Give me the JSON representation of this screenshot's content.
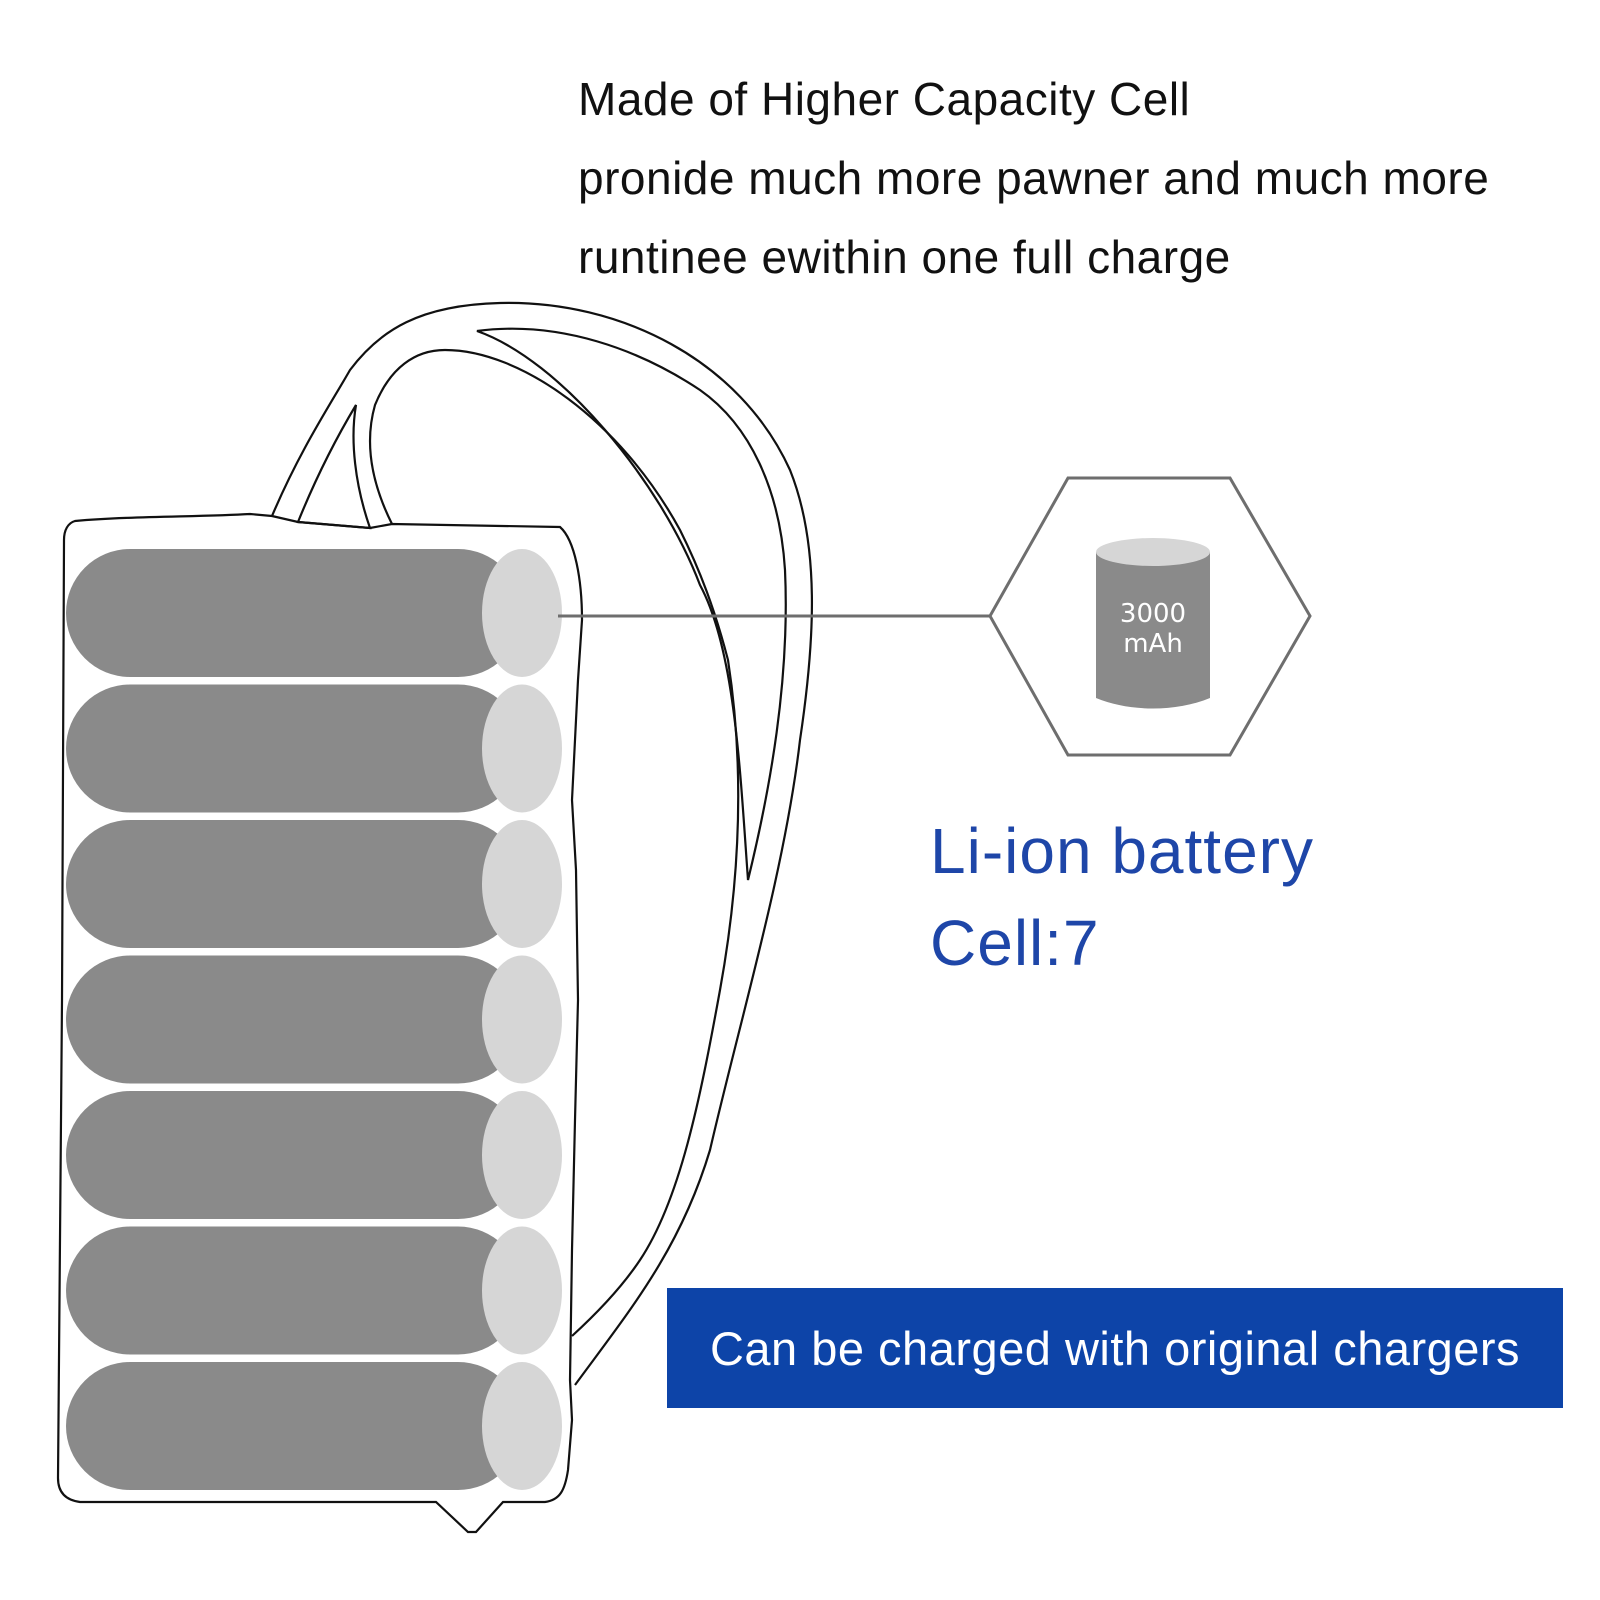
{
  "headline": {
    "line1": "Made of Higher Capacity Cell",
    "line2": "pronide much more pawner and much more",
    "line3": "runtinee ewithin one full charge"
  },
  "capacity_badge": {
    "value": "3000",
    "unit": "mAh",
    "icon": "battery-cell-icon"
  },
  "spec": {
    "type": "Li-ion battery",
    "cells": "Cell:7"
  },
  "cell_count": 7,
  "banner": {
    "text": "Can be charged with original chargers"
  },
  "colors": {
    "accent": "#1e46a8",
    "banner_bg": "#0d44a8",
    "cell_body": "#8a8a8a",
    "cell_cap": "#d6d6d6",
    "outline": "#111111",
    "hexagon": "#6e6e6e"
  }
}
